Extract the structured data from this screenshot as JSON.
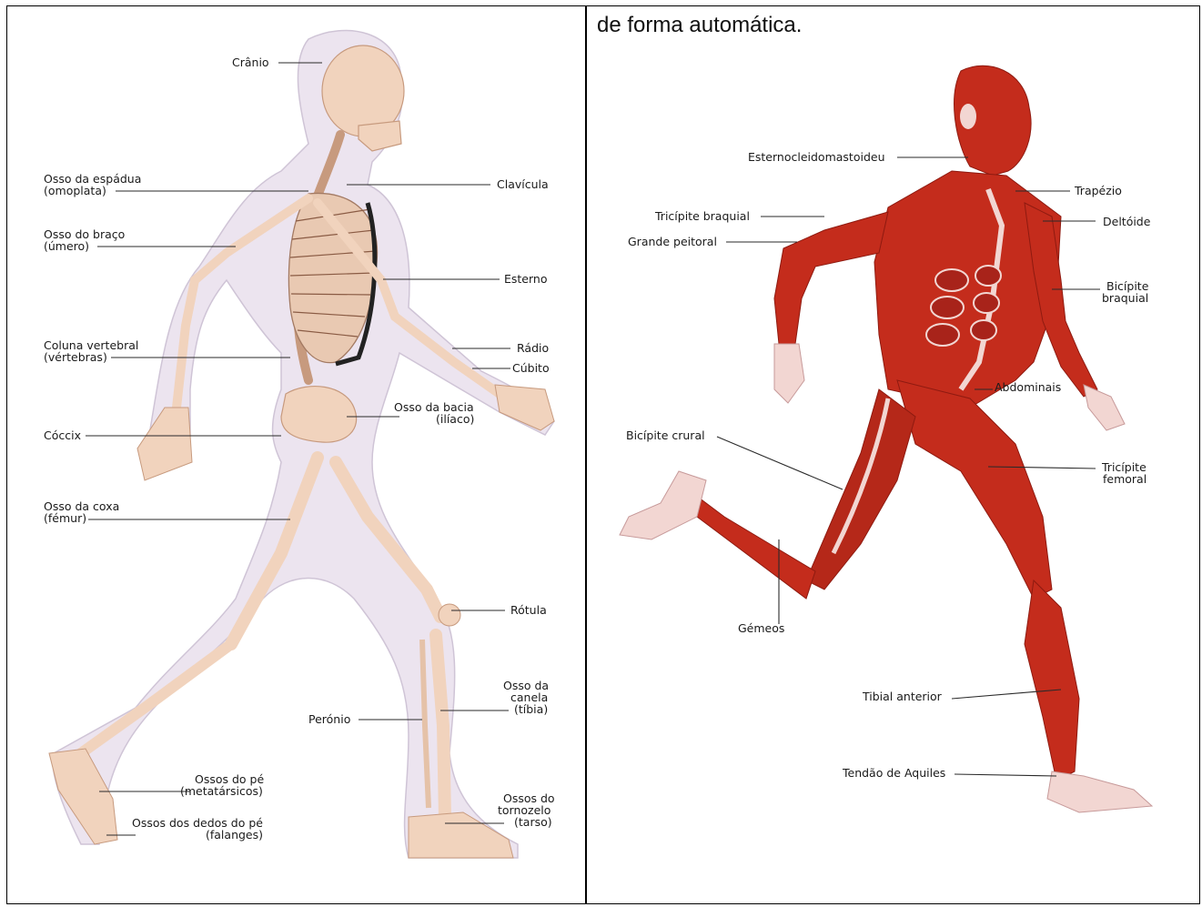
{
  "caption": "de forma automática.",
  "skeleton_labels": {
    "cranio": "Crânio",
    "omoplata_1": "Osso da espádua",
    "omoplata_2": "(omoplata)",
    "clavicula": "Clavícula",
    "umero_1": "Osso do braço",
    "umero_2": "(úmero)",
    "esterno": "Esterno",
    "coluna_1": "Coluna vertebral",
    "coluna_2": "(vértebras)",
    "radio": "Rádio",
    "cubito": "Cúbito",
    "bacia_1": "Osso da bacia",
    "bacia_2": "(ilíaco)",
    "coccix": "Cóccix",
    "femur_1": "Osso da coxa",
    "femur_2": "(fémur)",
    "rotula": "Rótula",
    "canela_1": "Osso da",
    "canela_2": "canela",
    "canela_3": "(tíbia)",
    "peronio": "Perónio",
    "pe_1": "Ossos do pé",
    "pe_2": "(metatársicos)",
    "tornozelo_1": "Ossos do",
    "tornozelo_2": "tornozelo",
    "tornozelo_3": "(tarso)",
    "dedos_1": "Ossos dos dedos do pé",
    "dedos_2": "(falanges)"
  },
  "muscle_labels": {
    "esterno": "Esternocleidomastoideu",
    "trapezio": "Trapézio",
    "triceps_braquial": "Tricípite braquial",
    "deltoide": "Deltóide",
    "peitoral": "Grande peitoral",
    "biceps_1": "Bicípite",
    "biceps_2": "braquial",
    "abdominais": "Abdominais",
    "biceps_crural": "Bicípite crural",
    "triceps_fem_1": "Tricípite",
    "triceps_fem_2": "femoral",
    "gemeos": "Gémeos",
    "tibial": "Tibial anterior",
    "aquiles": "Tendão de Aquiles"
  },
  "colors": {
    "bone": "#f1d3bd",
    "bone_edge": "#c79a7e",
    "body_outline": "#ece4ef",
    "muscle": "#c42c1c",
    "muscle_dark": "#8e1a10",
    "tendon": "#f2d6d2"
  }
}
